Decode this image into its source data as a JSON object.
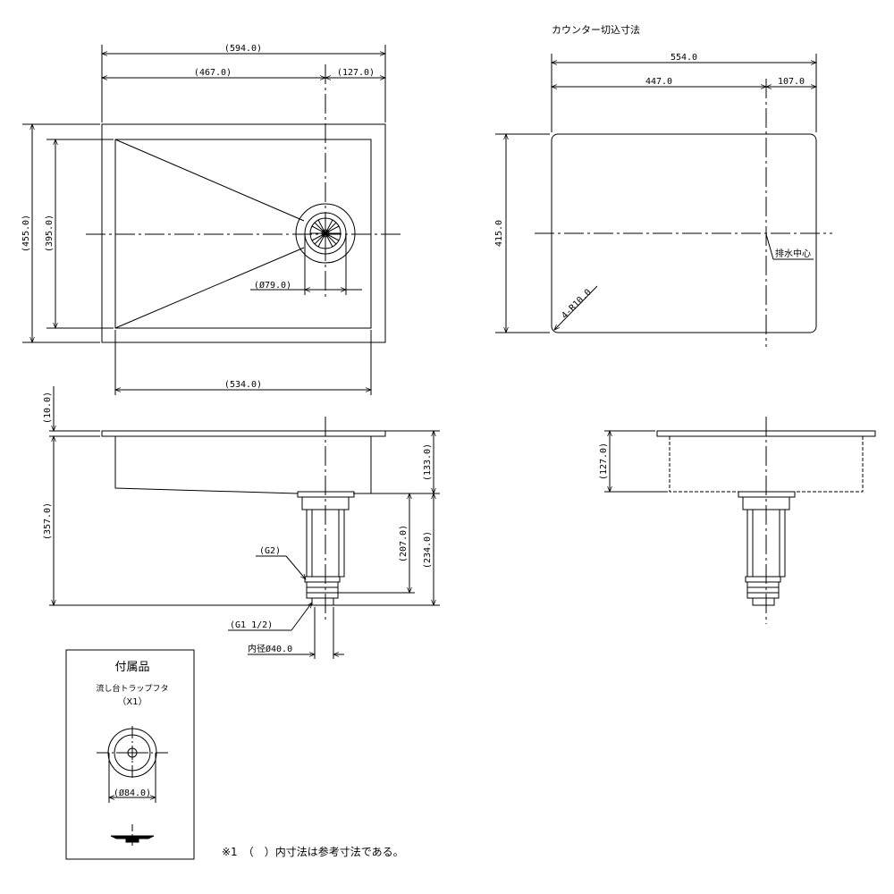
{
  "top_plan": {
    "width_outer": "(594.0)",
    "width_left": "(467.0)",
    "width_right": "(127.0)",
    "height_outer": "(455.0)",
    "height_inner": "(395.0)",
    "drain_dia": "(Ø79.0)",
    "width_inner": "(534.0)"
  },
  "cutout": {
    "title": "カウンター切込寸法",
    "width": "554.0",
    "width_left": "447.0",
    "width_right": "107.0",
    "height": "415.0",
    "corner_radius": "4-R10.0",
    "drain_center": "排水中心"
  },
  "section_front": {
    "rim_thickness": "(10.0)",
    "bowl_depth": "(133.0)",
    "total_height": "(357.0)",
    "trap_length": "(207.0)",
    "below_bowl": "(234.0)",
    "thread_small": "(G2)",
    "thread_outlet": "(G1 1/2)",
    "outlet_dia": "内径Ø40.0"
  },
  "section_side": {
    "bowl_depth": "(127.0)"
  },
  "accessory": {
    "title": "付属品",
    "item": "流し台トラップフタ",
    "qty": "（X1）",
    "dia": "(Ø84.0)"
  },
  "note": "※1　（　）内寸法は参考寸法である。"
}
